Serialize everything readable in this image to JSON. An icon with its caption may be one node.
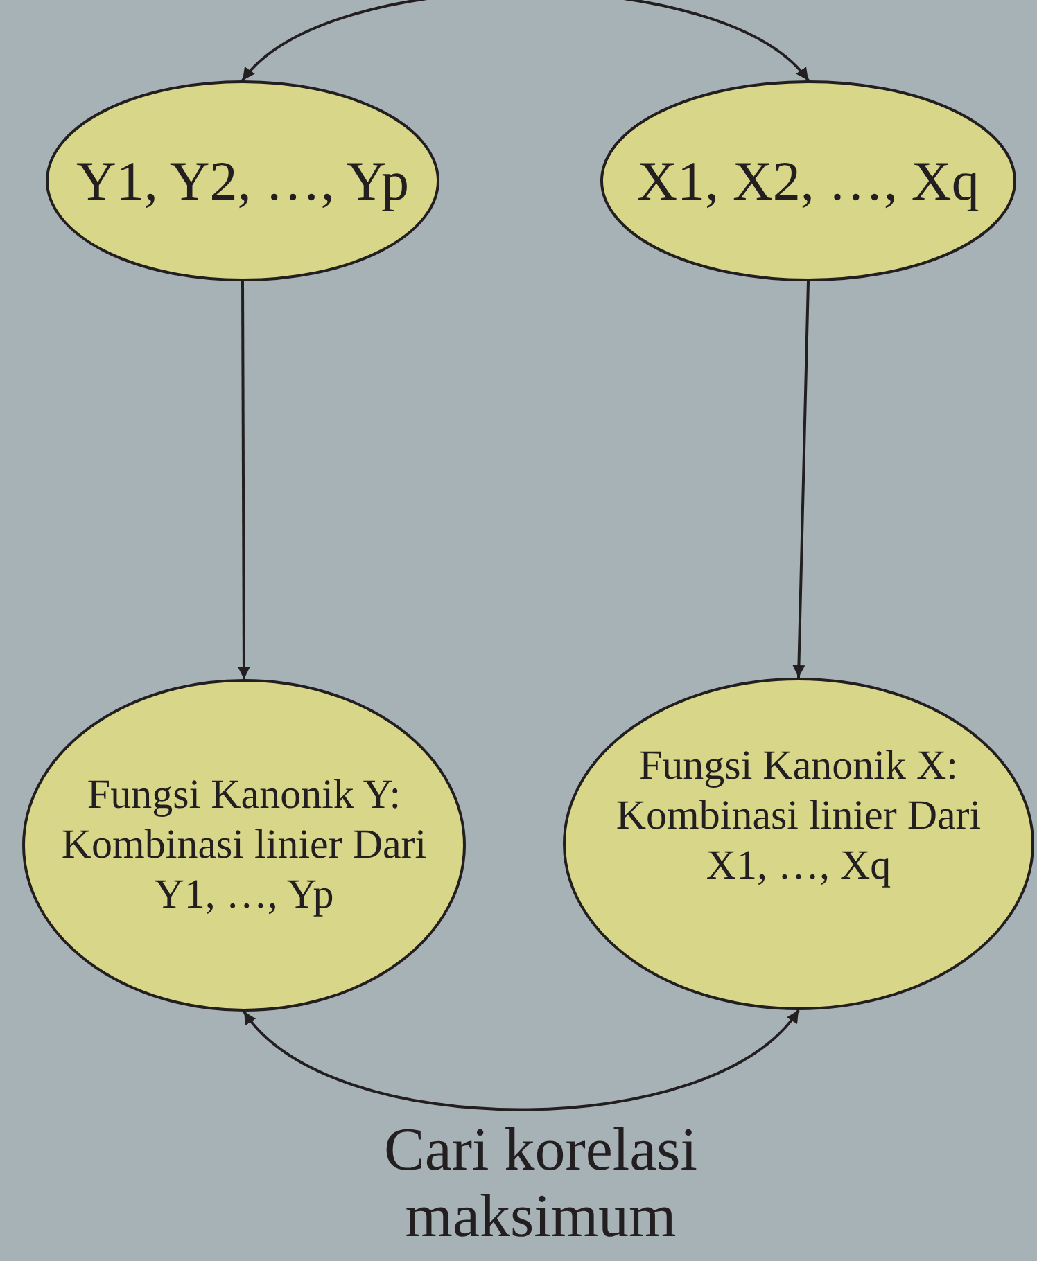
{
  "diagram": {
    "nodes": [
      {
        "text": [
          "Y1, Y2, …, Yp"
        ]
      },
      {
        "text": [
          "X1, X2, …, Xq"
        ]
      },
      {
        "text": [
          "Fungsi Kanonik Y: Kombinasi linier Dari Y1, …, Yp"
        ]
      },
      {
        "text": [
          "Fungsi Kanonik X: Kombinasi linier Dari X1, …, Xq"
        ]
      }
    ],
    "edges": [
      {
        "from": 0,
        "to": 1,
        "arrow": "both"
      },
      {
        "from": 0,
        "to": 2,
        "arrow": "to"
      },
      {
        "from": 1,
        "to": 3,
        "arrow": "to"
      },
      {
        "from": 2,
        "to": 3,
        "arrow": "both"
      }
    ],
    "labels": [
      "Cari korelasi maksimum"
    ]
  }
}
